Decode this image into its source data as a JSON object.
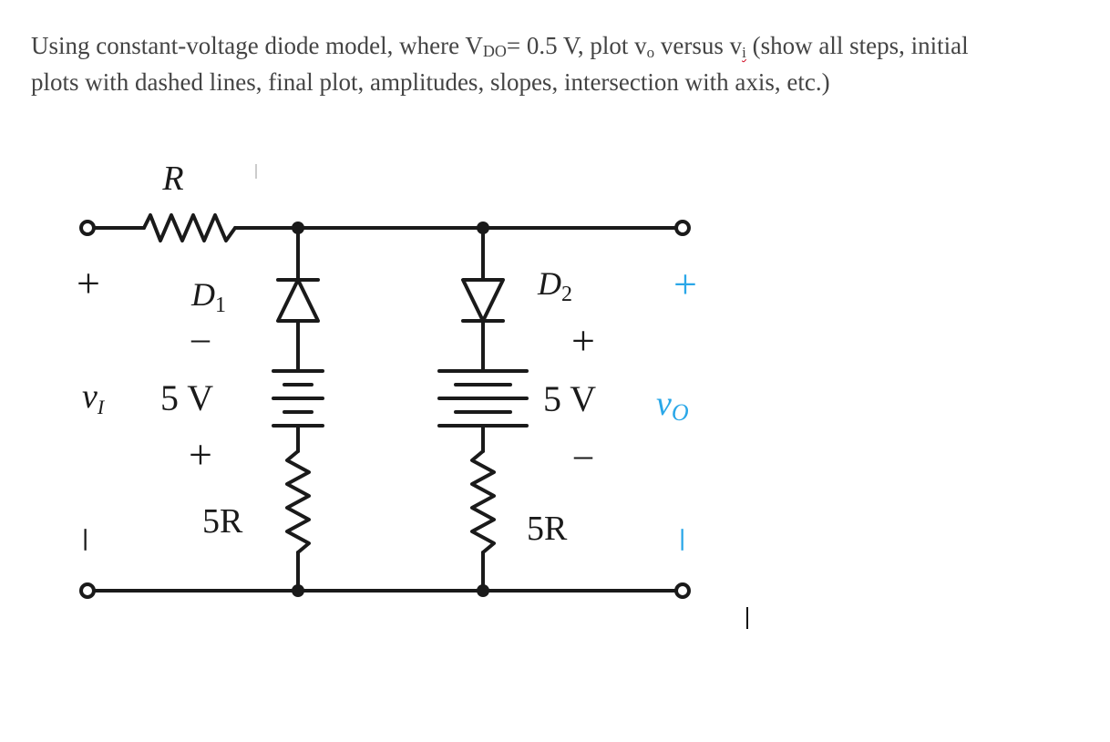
{
  "problem": {
    "line1_before_vdo": "Using constant-voltage diode model, where V",
    "vdo_sub": "DO",
    "line1_after_vdo": "= 0.5 V, plot v",
    "vo_sub": "o",
    "line1_after_vo": " versus v",
    "vi_sub": "i",
    "line1_end": " (show all steps, initial",
    "line2": "plots with dashed lines, final plot, amplitudes, slopes, intersection with axis, etc.)"
  },
  "circuit": {
    "resistor_r_label": "R",
    "input_plus": "+",
    "input_minus": "–",
    "input_label": "v",
    "input_label_sub": "I",
    "d1_label": "D",
    "d1_sub": "1",
    "d1_battery_top_sign": "–",
    "d1_battery_voltage": "5 V",
    "d1_battery_bottom_sign": "+",
    "d1_resistor_label": "5R",
    "d2_label": "D",
    "d2_sub": "2",
    "d2_battery_top_sign": "+",
    "d2_battery_voltage": "5 V",
    "d2_battery_bottom_sign": "–",
    "d2_resistor_label": "5R",
    "output_plus": "+",
    "output_minus": "–",
    "output_label": "v",
    "output_label_sub": "O",
    "output_color": "#2aa7e8"
  }
}
